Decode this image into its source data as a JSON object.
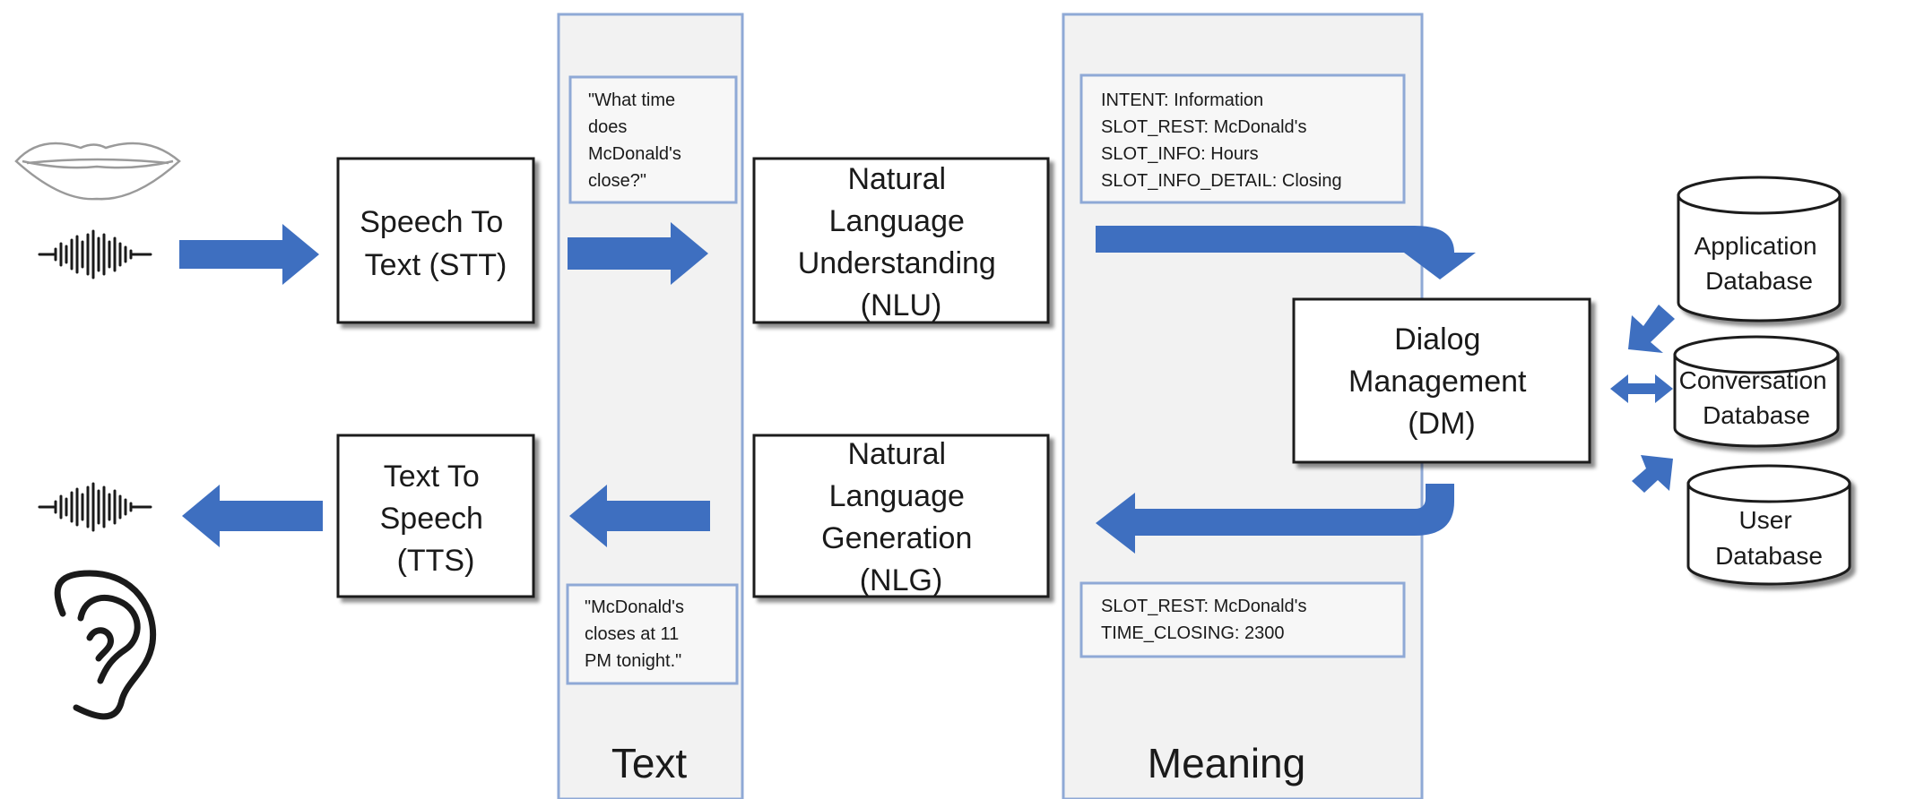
{
  "colors": {
    "arrow": "#3e6fc0",
    "band_border": "#8fa9d6",
    "band_fill": "#f2f2f2",
    "note_border": "#8fa9d6",
    "box_border": "#1a1a1a"
  },
  "icons": [
    "lips-icon",
    "sound-wave-icon",
    "ear-icon"
  ],
  "bands": {
    "text": {
      "label": "Text"
    },
    "meaning": {
      "label": "Meaning"
    }
  },
  "boxes": {
    "stt": {
      "lines": [
        "Speech To",
        "Text (STT)"
      ]
    },
    "tts": {
      "lines": [
        "Text To",
        "Speech",
        "(TTS)"
      ]
    },
    "nlu": {
      "lines": [
        "Natural",
        "Language",
        "Understanding",
        "(NLU)"
      ]
    },
    "nlg": {
      "lines": [
        "Natural",
        "Language",
        "Generation",
        "(NLG)"
      ]
    },
    "dm": {
      "lines": [
        "Dialog",
        "Management",
        "(DM)"
      ]
    }
  },
  "notes": {
    "user_query": {
      "lines": [
        "\"What time",
        "does",
        "McDonald's",
        "close?\""
      ]
    },
    "system_response": {
      "lines": [
        "\"McDonald's",
        "closes at 11",
        "PM tonight.\""
      ]
    },
    "intent_slots": {
      "lines": [
        "INTENT: Information",
        "SLOT_REST: McDonald's",
        "SLOT_INFO: Hours",
        "SLOT_INFO_DETAIL: Closing"
      ]
    },
    "result_slots": {
      "lines": [
        "SLOT_REST: McDonald's",
        "TIME_CLOSING: 2300"
      ]
    }
  },
  "databases": {
    "application": {
      "lines": [
        "Application",
        "Database"
      ]
    },
    "conversation": {
      "lines": [
        "Conversation",
        "Database"
      ]
    },
    "user": {
      "lines": [
        "User",
        "Database"
      ]
    }
  }
}
